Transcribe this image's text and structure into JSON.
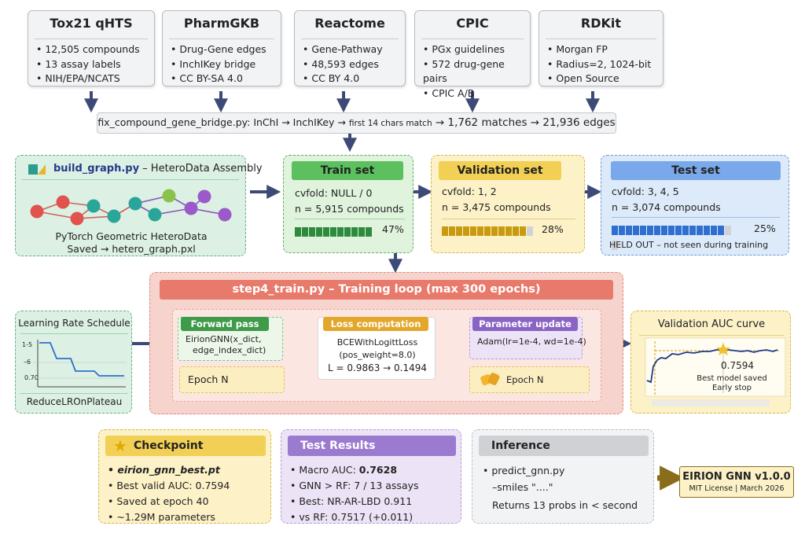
{
  "sources": [
    {
      "title": "Tox21 qHTS",
      "items": [
        "12,505 compounds",
        "13 assay labels",
        "NIH/EPA/NCATS"
      ]
    },
    {
      "title": "PharmGKB",
      "items": [
        "Drug-Gene edges",
        "InchIKey bridge",
        "CC BY-SA 4.0"
      ]
    },
    {
      "title": "Reactome",
      "items": [
        "Gene-Pathway",
        "48,593 edges",
        "CC BY 4.0"
      ]
    },
    {
      "title": "CPIC",
      "items": [
        "PGx guidelines",
        "572 drug-gene pairs",
        "CPIC A/B"
      ]
    },
    {
      "title": "RDKit",
      "items": [
        "Morgan FP",
        "Radius=2, 1024-bit",
        "Open Source"
      ]
    }
  ],
  "bridge": {
    "part1": "fix_compound_gene_bridge.py: InChI → InchIKey → ",
    "part2": "first 14 chars match",
    "part3": " → 1,762 matches → 21,936 edges"
  },
  "build_graph": {
    "title": "build_graph.py",
    "subtitle": " – HeteroData Assembly",
    "caption1": "PyTorch Geometric HeteroData",
    "caption2": "Saved → hetero_graph.pxl"
  },
  "splits": {
    "train": {
      "title": "Train set",
      "cvfold": "cvfold: NULL / 0",
      "n": "n = 5,915 compounds",
      "pct_label": "47%",
      "fraction": 0.47
    },
    "val": {
      "title": "Validation set",
      "cvfold": "cvfold: 1, 2",
      "n": "n = 3,475 compounds",
      "pct_label": "28%",
      "fraction": 0.28
    },
    "test": {
      "title": "Test set",
      "cvfold": "cvfold: 3, 4, 5",
      "n": "n = 3,074 compounds",
      "pct_label": "25%",
      "fraction": 0.25,
      "note": "HELD OUT – not seen during training"
    }
  },
  "training": {
    "title": "step4_train.py – Training loop (max 300 epochs)",
    "forward": {
      "title": "Forward pass",
      "line1": "EirionGNN(x_dict,",
      "line2": "edge_index_dict)",
      "epoch": "Epoch N"
    },
    "loss": {
      "title": "Loss computation",
      "line1": "BCEWithLogittLoss",
      "line2": "(pos_weight=8.0)",
      "line3": "L = 0.9863 → 0.1494"
    },
    "update": {
      "title": "Parameter update",
      "line1": "Adam(lr=1e-4, wd=1e-4)",
      "epoch": "Epoch N"
    }
  },
  "lr_schedule": {
    "title": "Learning Rate Schedule",
    "ticks": [
      "1-5",
      "–6",
      "0.70"
    ],
    "footer": "ReduceLROnPlateau"
  },
  "val_auc": {
    "title": "Validation AUC curve",
    "value": "0.7594",
    "note1": "Best model saved",
    "note2": "Early stop"
  },
  "checkpoint": {
    "title": "Checkpoint",
    "file": "eirion_gnn_best.pt",
    "items": [
      "Best valid AUC: 0.7594",
      "Saved at epoch 40",
      "~1.29M parameters"
    ]
  },
  "test_results": {
    "title": "Test Results",
    "items": [
      {
        "label": "Macro AUC: ",
        "value": "0.7628"
      },
      {
        "label": "GNN > RF:  ",
        "value": "7 / 13 assays"
      },
      {
        "label": "Best: ",
        "value": "NR-AR-LBD 0.911"
      },
      {
        "label": "vs RF: ",
        "value": "0.7517 (+0.011)"
      }
    ]
  },
  "inference": {
    "title": "Inference",
    "line1": "predict_gnn.py",
    "line2": "–smiles \"....\"",
    "line3": "Returns 13 probs in < second"
  },
  "release": {
    "title": "EIRION GNN v1.0.0",
    "sub": "MIT License | March 2026"
  },
  "colors": {
    "arrow": "#3d4a78",
    "train": "#2e8b3e",
    "val": "#c99a10",
    "test": "#2f6fd0",
    "training_bg": "#f6d3cc",
    "training_hdr": "#e87a6c"
  }
}
